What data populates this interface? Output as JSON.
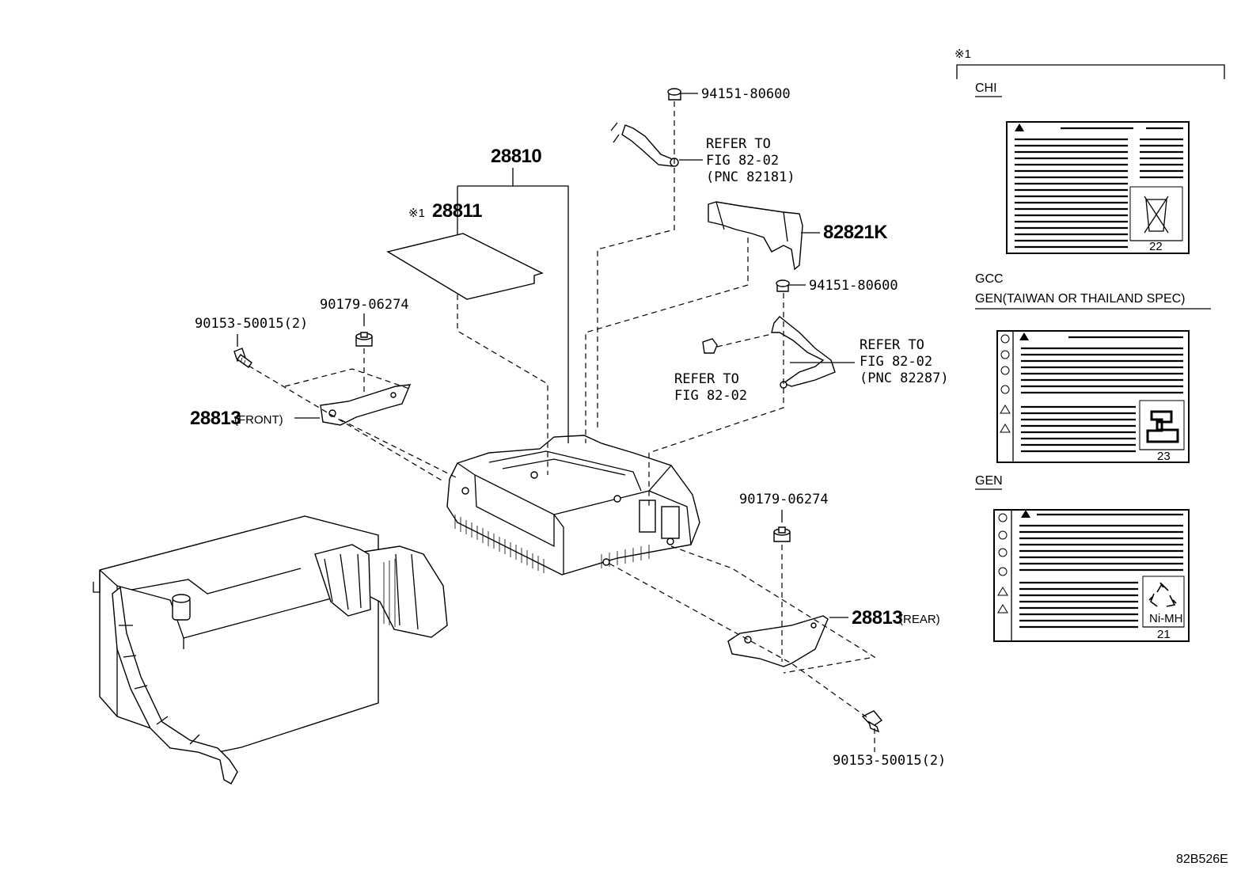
{
  "parts": {
    "battery_assy": "28810",
    "label_note": "※1",
    "label_part": "28811",
    "clamp_front": "28813",
    "clamp_front_suffix": "(FRONT)",
    "clamp_rear": "28813",
    "clamp_rear_suffix": "(REAR)",
    "bolt_front": "90153-50015(2)",
    "nut_front": "90179-06274",
    "bolt_rear": "90153-50015(2)",
    "nut_rear": "90179-06274",
    "nut_top": "94151-80600",
    "nut_mid": "94151-80600",
    "cover": "82821K"
  },
  "refs": {
    "ref1": [
      "REFER TO",
      "FIG 82-02",
      "(PNC 82181)"
    ],
    "ref2": [
      "REFER TO",
      "FIG 82-02",
      "(PNC 82287)"
    ],
    "ref3": [
      "REFER TO",
      "FIG 82-02"
    ]
  },
  "legend": {
    "note": "※1",
    "sections": [
      {
        "lines": [
          "CHI"
        ],
        "label_no": "22"
      },
      {
        "lines": [
          "GCC",
          "GEN(TAIWAN OR THAILAND SPEC)"
        ],
        "label_no": "23"
      },
      {
        "lines": [
          "GEN"
        ],
        "label_no": "21",
        "recycle_text": "Ni-MH"
      }
    ]
  },
  "figure_id": "82B526E"
}
